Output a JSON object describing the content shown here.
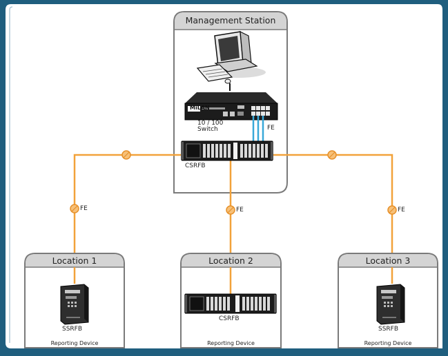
{
  "colors": {
    "frame": "#1f5e7e",
    "link": "#f2a23a",
    "fiber": "#38a8d8",
    "box_stroke": "#7a7a7a",
    "box_header": "#cfcfcf"
  },
  "management": {
    "title": "Management Station",
    "switch_label_line1": "10 / 100",
    "switch_label_line2": "Switch",
    "fe_label": "FE",
    "device_label": "CSRFB",
    "switch_brand": "MiLAN"
  },
  "links": {
    "fe_left": "FE",
    "fe_center": "FE",
    "fe_right": "FE"
  },
  "locations": [
    {
      "title": "Location 1",
      "device": "SSRFB",
      "role": "Reporting Device"
    },
    {
      "title": "Location 2",
      "device": "CSRFB",
      "role": "Reporting Device"
    },
    {
      "title": "Location 3",
      "device": "SSRFB",
      "role": "Reporting Device"
    }
  ]
}
